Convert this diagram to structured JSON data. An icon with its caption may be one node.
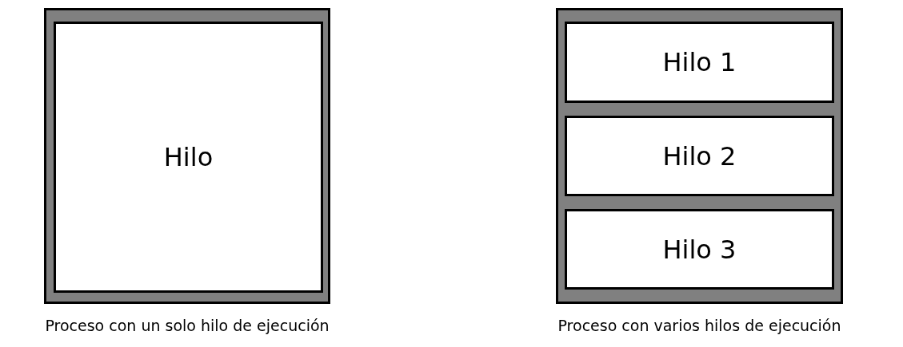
{
  "diagram": {
    "nodes": [
      {
        "text": [],
        "shape": "box",
        "beside": [
          "Proceso con un solo hilo de ejecución"
        ]
      },
      {
        "text": [
          "Hilo"
        ],
        "in": 0
      },
      {
        "text": [],
        "shape": "box",
        "beside": [
          "Proceso con varios hilos de ejecución"
        ]
      },
      {
        "text": [
          "Hilo 1"
        ],
        "in": 2
      },
      {
        "text": [
          "Hilo 2"
        ],
        "in": 2
      },
      {
        "text": [
          "Hilo 3"
        ],
        "in": 2
      }
    ]
  }
}
